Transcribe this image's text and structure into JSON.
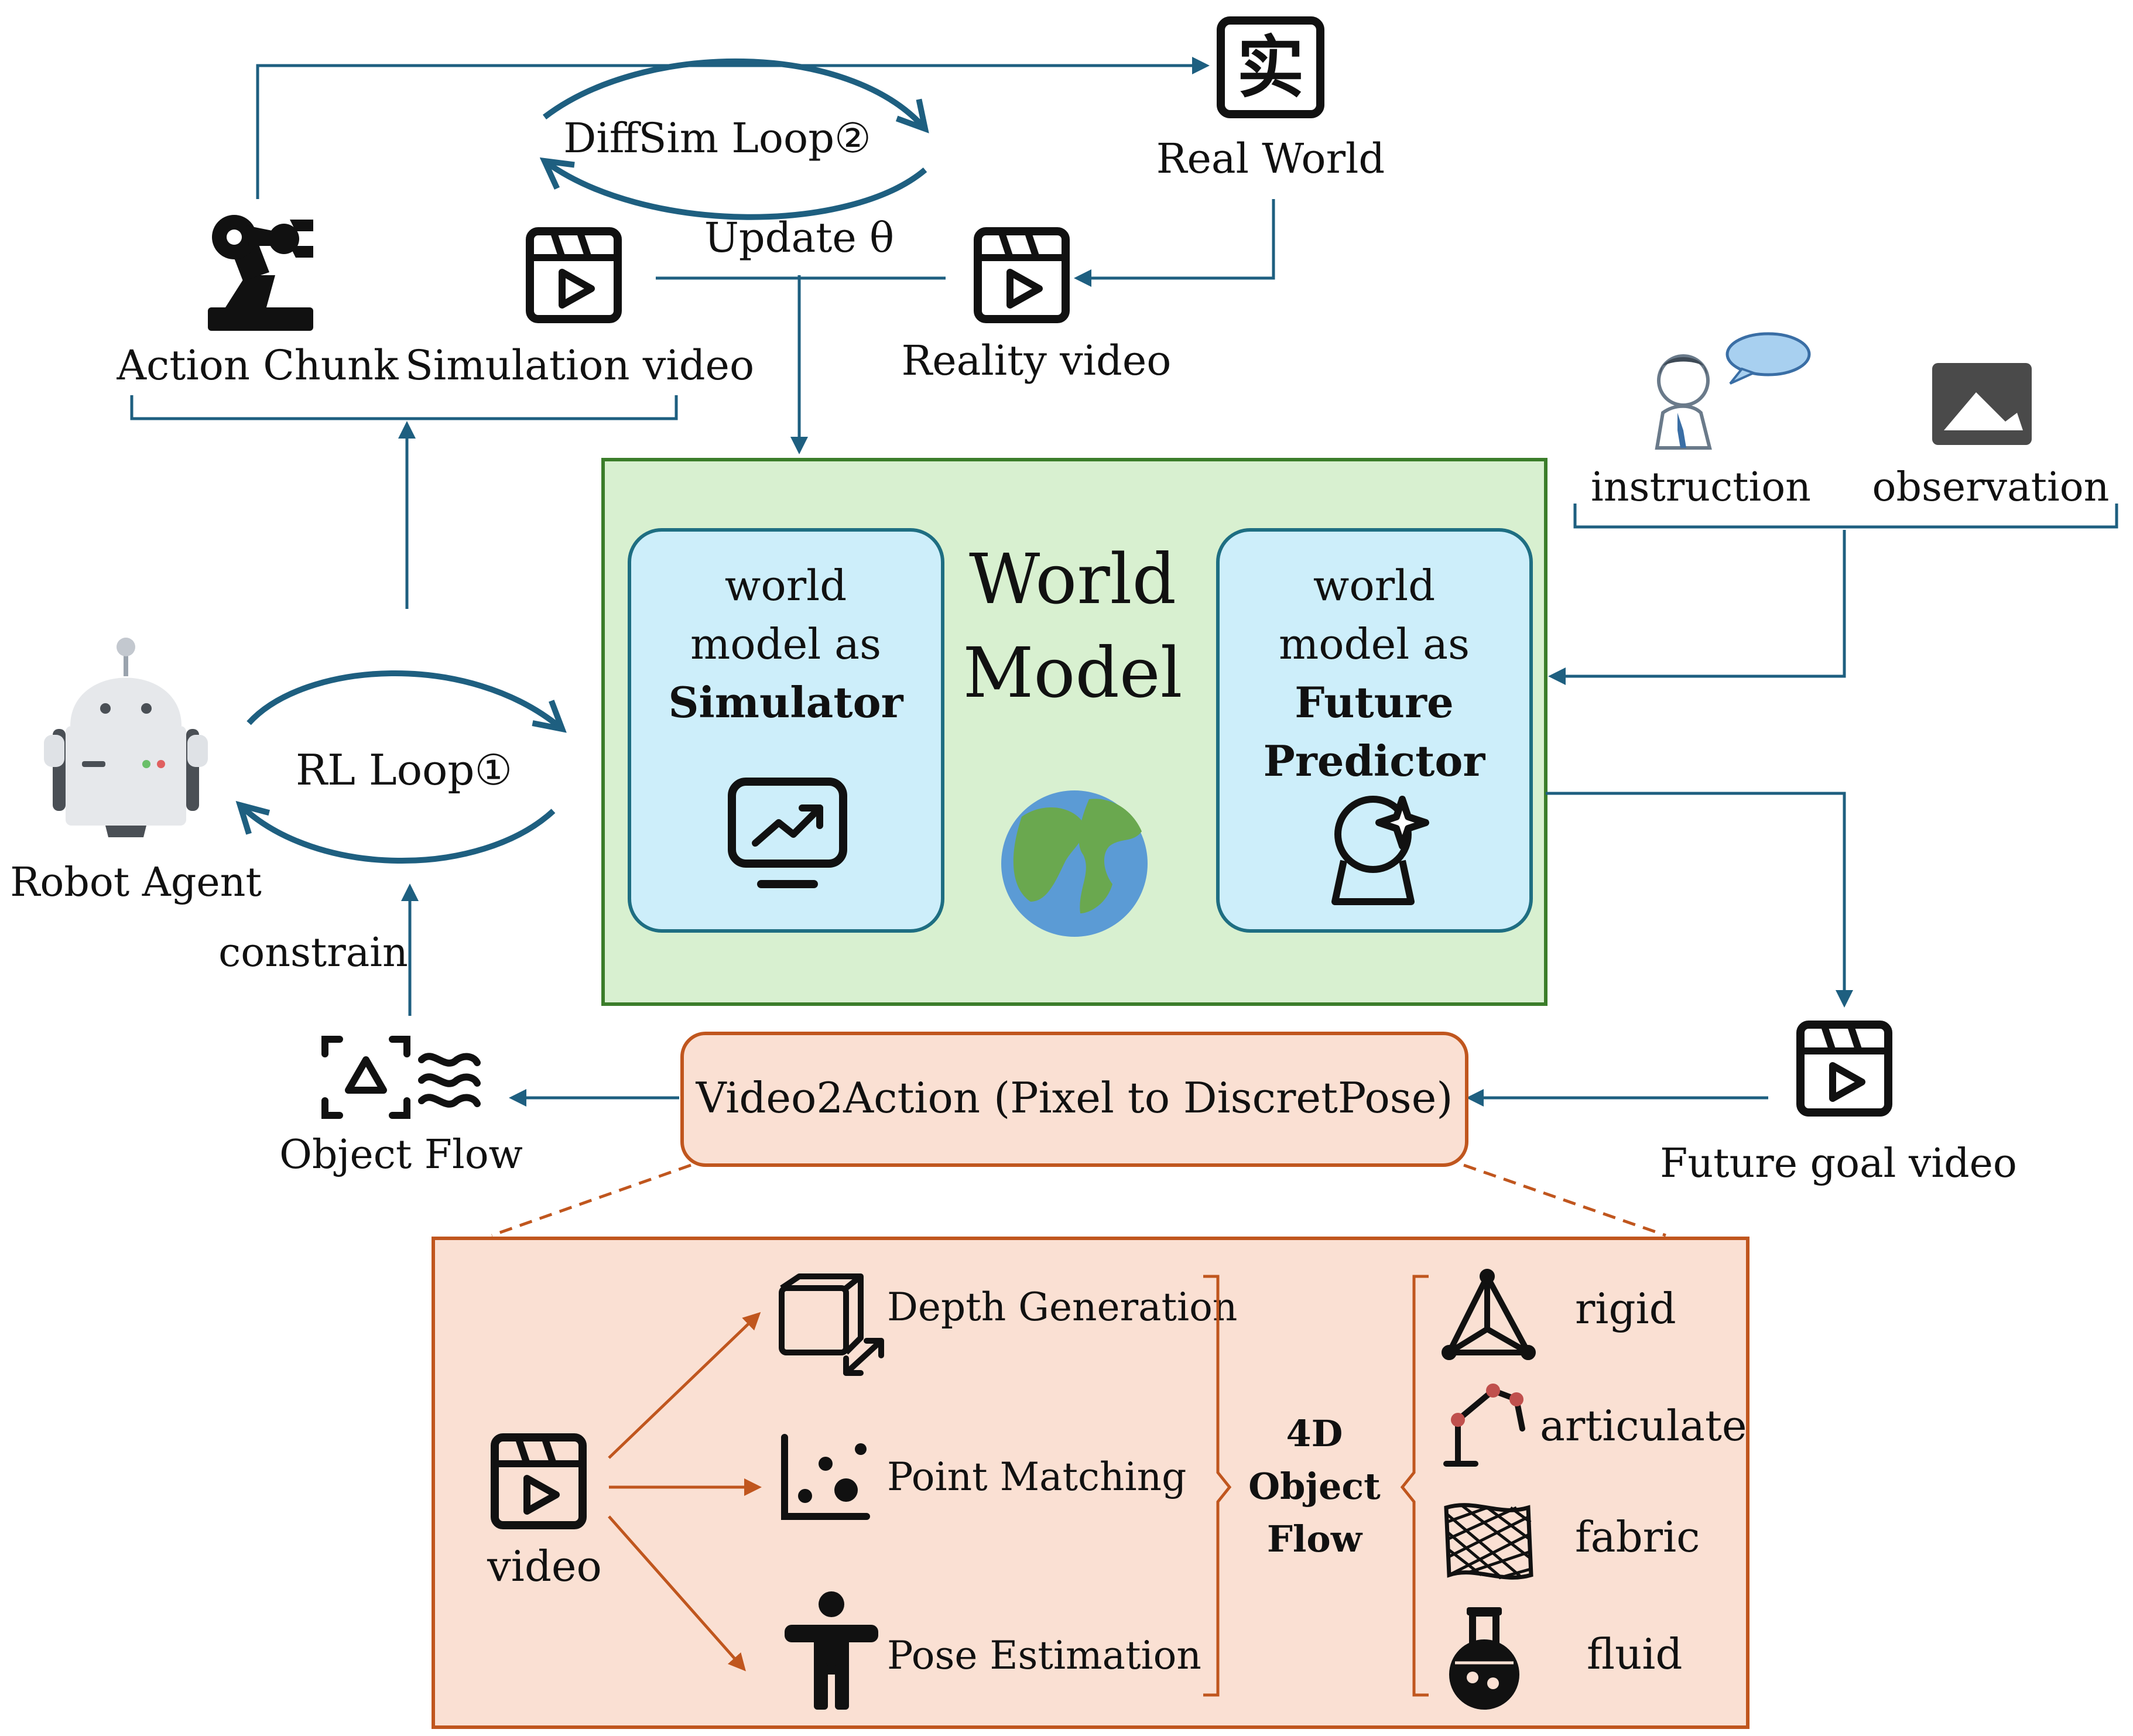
{
  "labels": {
    "diffsim_loop": "DiffSim Loop②",
    "update_theta": "Update θ",
    "real_world": "Real World",
    "real_world_icon_char": "实",
    "action_chunk": "Action Chunk",
    "simulation_video": "Simulation video",
    "reality_video": "Reality video",
    "instruction": "instruction",
    "observation": "observation",
    "robot_agent": "Robot Agent",
    "rl_loop": "RL Loop①",
    "constrain": "constrain",
    "object_flow": "Object Flow",
    "future_goal_video": "Future goal video",
    "video2action": "Video2Action (Pixel to DiscretPose)"
  },
  "world_model": {
    "title_line1": "World",
    "title_line2": "Model",
    "simulator_card": {
      "line1": "world",
      "line2": "model as",
      "line3": "Simulator"
    },
    "predictor_card": {
      "line1": "world",
      "line2": "model as",
      "line3": "Future",
      "line4": "Predictor"
    }
  },
  "detail_panel": {
    "video_label": "video",
    "methods": [
      "Depth Generation",
      "Point Matching",
      "Pose Estimation"
    ],
    "flow_label_line1": "4D",
    "flow_label_line2": "Object",
    "flow_label_line3": "Flow",
    "object_types": [
      "rigid",
      "articulate",
      "fabric",
      "fluid"
    ]
  },
  "colors": {
    "arrow_blue": "#1e5f80",
    "world_model_fill": "#d8f0d0",
    "world_model_border": "#3b7d2a",
    "card_fill": "#cdeefa",
    "card_border": "#1e6e82",
    "video2action_fill": "#fae0d3",
    "video2action_border": "#c0561e",
    "detail_arrow": "#c0561e"
  }
}
